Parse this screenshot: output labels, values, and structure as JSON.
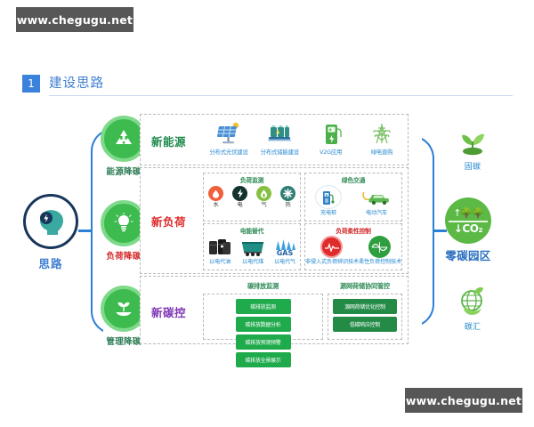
{
  "watermarks": {
    "top": "www.chegugu.net",
    "bottom": "www.chegugu.net"
  },
  "slide": {
    "number": "1",
    "title": "建设思路"
  },
  "root_node": {
    "label": "思路",
    "icon": "thinking-head-icon"
  },
  "pillars": [
    {
      "label": "能源降碳",
      "icon": "recycle-icon",
      "color": "#2e7d55"
    },
    {
      "label": "负荷降碳",
      "icon": "lightbulb-icon",
      "color": "#d42a2a"
    },
    {
      "label": "管理降碳",
      "icon": "sprout-hand-icon",
      "color": "#2e7d55"
    }
  ],
  "bands": [
    {
      "title": "新能源",
      "title_color": "#1f8a4c",
      "items": [
        {
          "label": "分布式光伏建设",
          "icon": "solar-panel-icon"
        },
        {
          "label": "分布式储能建设",
          "icon": "battery-storage-icon"
        },
        {
          "label": "V2G应用",
          "icon": "charging-station-icon"
        },
        {
          "label": "绿电直购",
          "icon": "transmission-tower-icon"
        }
      ]
    },
    {
      "title": "新负荷",
      "title_color": "#e02b2b",
      "panels": [
        {
          "header": "负荷监测",
          "header_color": "#2e8b57",
          "cells": [
            {
              "label": "水",
              "icon": "water-drop-icon",
              "color": "#f0603c"
            },
            {
              "label": "电",
              "icon": "lightning-bolt-icon",
              "color": "#13332e"
            },
            {
              "label": "气",
              "icon": "gas-flame-icon",
              "color": "#86c043"
            },
            {
              "label": "热",
              "icon": "heat-snowflake-icon",
              "color": "#2f7d75"
            }
          ]
        },
        {
          "header": "绿色交通",
          "header_color": "#2e8b57",
          "cells": [
            {
              "label": "充电桩",
              "icon": "ev-charger-icon"
            },
            {
              "label": "电动汽车",
              "icon": "electric-car-icon"
            }
          ]
        },
        {
          "header": "电能替代",
          "header_color": "#2e8b57",
          "cells": [
            {
              "label": "以电代油",
              "icon": "oil-barrel-icon"
            },
            {
              "label": "以电代煤",
              "icon": "coal-wagon-icon"
            },
            {
              "label": "以电代气",
              "icon": "gas-text-icon"
            }
          ]
        },
        {
          "header": "负荷柔性控制",
          "header_color": "#d02a2a",
          "cells": [
            {
              "label": "非侵入式负荷辨识技术",
              "icon": "heartbeat-circle-icon"
            },
            {
              "label": "柔性负荷控制技术",
              "icon": "sine-wave-circle-icon"
            }
          ]
        }
      ]
    },
    {
      "title": "新碳控",
      "title_color": "#7d35b5",
      "groups": [
        {
          "header": "碳排放监测",
          "chips": [
            "碳排放监测",
            "碳排放数据分析",
            "碳排放预测预警",
            "碳排放全景展示"
          ]
        },
        {
          "header": "源网荷储协同管控",
          "chips": [
            "源网荷储优化控制",
            "低碳响应控制"
          ]
        }
      ]
    }
  ],
  "outcomes": [
    {
      "label": "固碳",
      "icon": "sprout-icon"
    },
    {
      "label": "零碳园区",
      "icon": "co2-reduction-icon",
      "up_text": "↑",
      "down_text": "↓CO₂"
    },
    {
      "label": "碳汇",
      "icon": "globe-leaf-icon"
    }
  ],
  "colors": {
    "accent_blue": "#2b7fd4",
    "green": "#3dbb4e",
    "chip_green": "#1faa4b",
    "red": "#e02b2b",
    "purple": "#7d35b5"
  }
}
